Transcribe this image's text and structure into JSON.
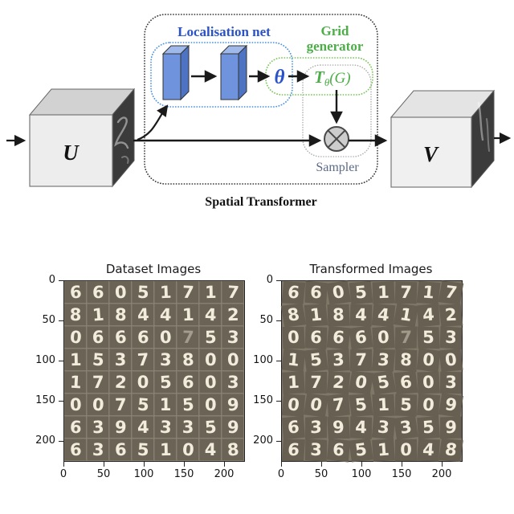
{
  "diagram": {
    "title": "Spatial Transformer",
    "localisation_label": "Localisation net",
    "grid_line1": "Grid",
    "grid_line2": "generator",
    "sampler_label": "Sampler",
    "theta": "θ",
    "tg_t": "T",
    "tg_sub": "θ",
    "tg_rest": "(G)",
    "input_label": "U",
    "output_label": "V",
    "colors": {
      "blue_label": "#2a52c9",
      "green_label": "#4bae47",
      "sampler_label_color": "#5b6b85",
      "title_color": "#111111",
      "blue_border": "#4f94e3",
      "green_border": "#7cc95e",
      "gray_border": "#b0b0b0",
      "outer_border": "#3f3f3f",
      "slab_front": "#6f93dc",
      "slab_top": "#9fb9ea",
      "slab_side": "#4e73c2",
      "cube_front": "#ededed",
      "cube_top": "#d2d2d2",
      "cube_side": "#3b3b3b",
      "sampler_fill": "#cdcdcd"
    }
  },
  "figure": {
    "plots": [
      {
        "title": "Dataset Images",
        "x_ticks": [
          "0",
          "50",
          "100",
          "150",
          "200"
        ],
        "y_ticks": [
          "0",
          "50",
          "100",
          "150",
          "200"
        ]
      },
      {
        "title": "Transformed Images",
        "x_ticks": [
          "0",
          "50",
          "100",
          "150",
          "200"
        ],
        "y_ticks": [
          "0",
          "50",
          "100",
          "150",
          "200"
        ]
      }
    ],
    "digits": [
      [
        "6",
        "6",
        "0",
        "5",
        "1",
        "7",
        "1",
        "7"
      ],
      [
        "8",
        "1",
        "8",
        "4",
        "4",
        "1",
        "4",
        "2"
      ],
      [
        "0",
        "6",
        "6",
        "6",
        "0",
        "7",
        "5",
        "3"
      ],
      [
        "1",
        "5",
        "3",
        "7",
        "3",
        "8",
        "0",
        "0"
      ],
      [
        "1",
        "7",
        "2",
        "0",
        "5",
        "6",
        "0",
        "3"
      ],
      [
        "0",
        "0",
        "7",
        "5",
        "1",
        "5",
        "0",
        "9"
      ],
      [
        "6",
        "3",
        "9",
        "4",
        "3",
        "3",
        "5",
        "9"
      ],
      [
        "6",
        "3",
        "6",
        "5",
        "1",
        "0",
        "4",
        "8"
      ]
    ],
    "faint_cell": {
      "row": 2,
      "col": 5
    },
    "colors": {
      "panel_bg": "#6b6456",
      "panel_grid_line": "#7a7365",
      "transformed_bg": "#7f7869",
      "patch_bg": "#675f51",
      "digit": "#f2ecdc",
      "axis_text": "#151515"
    }
  }
}
